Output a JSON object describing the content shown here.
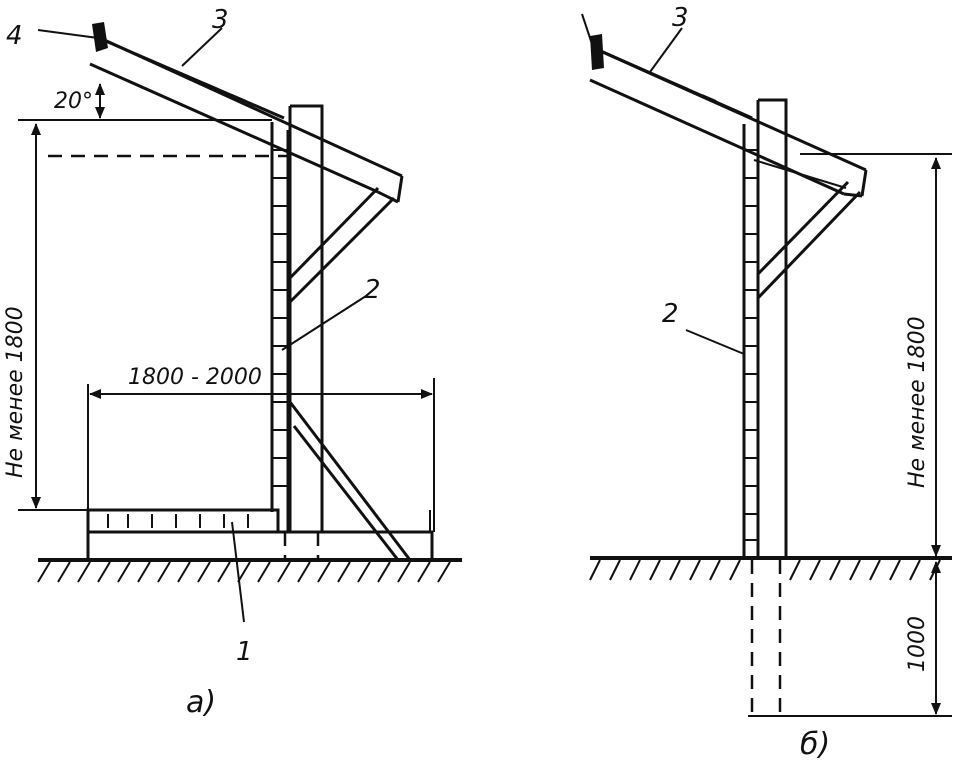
{
  "diagram_a": {
    "caption": "а)",
    "callouts": {
      "one": "1",
      "two": "2",
      "three": "3",
      "four": "4"
    },
    "angle": "20°",
    "height_dim": "Не менее 1800",
    "width_dim": "1800 - 2000"
  },
  "diagram_b": {
    "caption": "б)",
    "callouts": {
      "two": "2",
      "three": "3"
    },
    "height_dim": "Не менее 1800",
    "depth_dim": "1000"
  }
}
